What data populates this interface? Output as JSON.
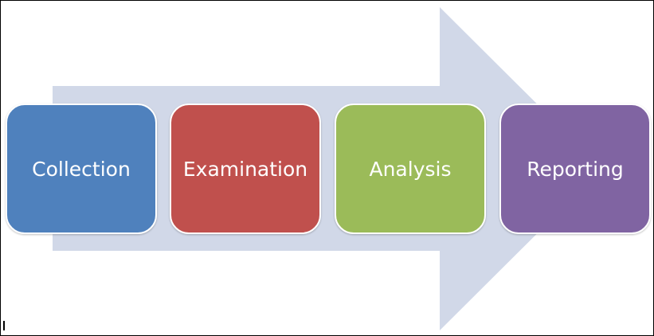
{
  "colors": {
    "arrow": "#d1d8e8",
    "box_border": "#ffffff",
    "text": "#ffffff"
  },
  "steps": [
    {
      "label": "Collection",
      "color": "#4f81bd"
    },
    {
      "label": "Examination",
      "color": "#c0504d"
    },
    {
      "label": "Analysis",
      "color": "#9bbb59"
    },
    {
      "label": "Reporting",
      "color": "#8064a2"
    }
  ]
}
